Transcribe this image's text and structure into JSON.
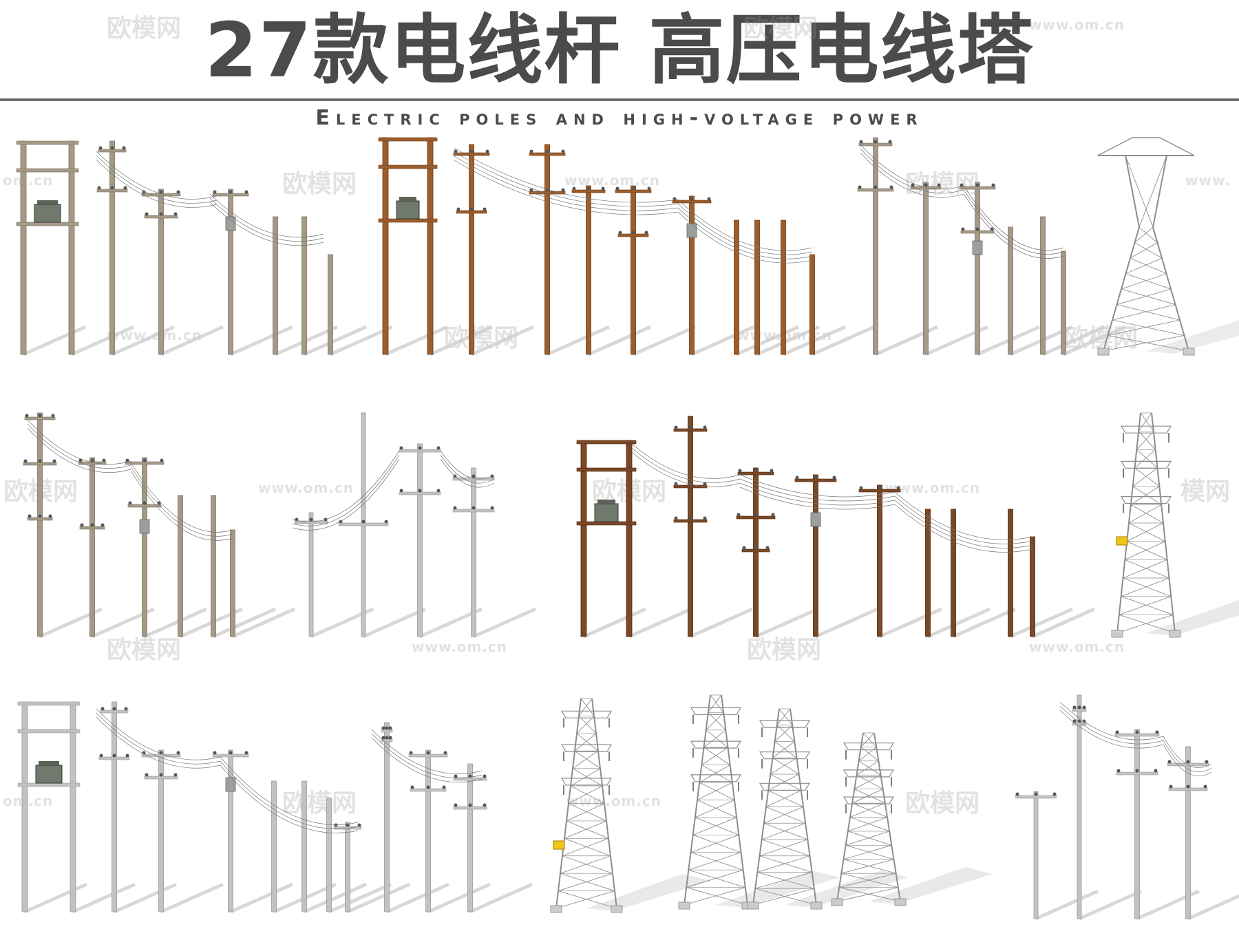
{
  "header": {
    "title": "27款电线杆 高压电线塔",
    "subtitle": "Electric poles and high-voltage power"
  },
  "watermark": {
    "logo_text": "欧模网",
    "url_text": "www.om.cn",
    "url_fragment_right": "www.",
    "url_fragment_left": "om.cn",
    "logo_fragment": "模网"
  },
  "palette": {
    "wood_grey": "#a59a88",
    "wood_brown": "#9a5e2f",
    "wood_dark": "#7a4a28",
    "concrete": "#c2c2c2",
    "steel": "#8d8d8d",
    "shadow": "#cfcfcf",
    "transformer": "#6f7a6c",
    "text": "#4b4b4b"
  },
  "model_groups": [
    {
      "name": "row1-grey-wood-poles",
      "material": "wood_grey"
    },
    {
      "name": "row1-brown-wood-poles",
      "material": "wood_brown"
    },
    {
      "name": "row1-grey-wood-poles-b",
      "material": "wood_grey"
    },
    {
      "name": "row1-lattice-tower",
      "material": "steel"
    },
    {
      "name": "row2-grey-wood-poles",
      "material": "wood_grey"
    },
    {
      "name": "row2-concrete-poles",
      "material": "concrete"
    },
    {
      "name": "row2-dark-wood-poles",
      "material": "wood_dark"
    },
    {
      "name": "row2-lattice-tower",
      "material": "steel"
    },
    {
      "name": "row3-concrete-poles",
      "material": "concrete"
    },
    {
      "name": "row3-lattice-towers",
      "material": "steel"
    },
    {
      "name": "row3-concrete-poles-b",
      "material": "concrete"
    }
  ]
}
